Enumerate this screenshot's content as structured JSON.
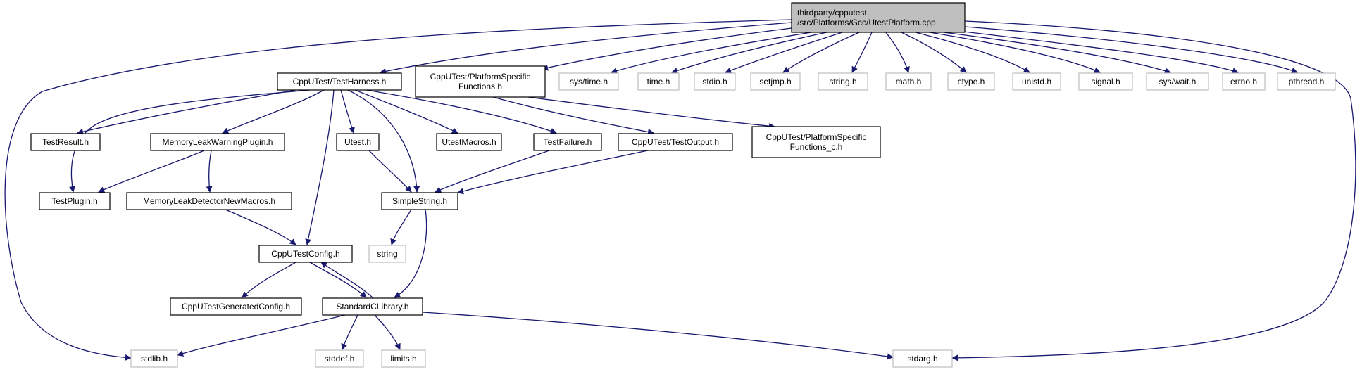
{
  "colors": {
    "edge": "#191970",
    "root_fill": "#bfbfbf",
    "root_border": "#000000",
    "project_border": "#000000",
    "system_border": "#bfbfbf",
    "background": "#ffffff"
  },
  "nodes": [
    {
      "id": "root",
      "kind": "root",
      "lines": [
        "thirdparty/cpputest",
        "/src/Platforms/Gcc/UtestPlatform.cpp"
      ]
    },
    {
      "id": "testharness",
      "kind": "project",
      "lines": [
        "CppUTest/TestHarness.h"
      ]
    },
    {
      "id": "platformspecific",
      "kind": "project",
      "lines": [
        "CppUTest/PlatformSpecific",
        "Functions.h"
      ]
    },
    {
      "id": "systime",
      "kind": "system",
      "lines": [
        "sys/time.h"
      ]
    },
    {
      "id": "time",
      "kind": "system",
      "lines": [
        "time.h"
      ]
    },
    {
      "id": "stdio",
      "kind": "system",
      "lines": [
        "stdio.h"
      ]
    },
    {
      "id": "setjmp",
      "kind": "system",
      "lines": [
        "setjmp.h"
      ]
    },
    {
      "id": "stringh",
      "kind": "system",
      "lines": [
        "string.h"
      ]
    },
    {
      "id": "math",
      "kind": "system",
      "lines": [
        "math.h"
      ]
    },
    {
      "id": "ctype",
      "kind": "system",
      "lines": [
        "ctype.h"
      ]
    },
    {
      "id": "unistd",
      "kind": "system",
      "lines": [
        "unistd.h"
      ]
    },
    {
      "id": "signal",
      "kind": "system",
      "lines": [
        "signal.h"
      ]
    },
    {
      "id": "syswait",
      "kind": "system",
      "lines": [
        "sys/wait.h"
      ]
    },
    {
      "id": "errno",
      "kind": "system",
      "lines": [
        "errno.h"
      ]
    },
    {
      "id": "pthread",
      "kind": "system",
      "lines": [
        "pthread.h"
      ]
    },
    {
      "id": "testresult",
      "kind": "project",
      "lines": [
        "TestResult.h"
      ]
    },
    {
      "id": "memleakwarn",
      "kind": "project",
      "lines": [
        "MemoryLeakWarningPlugin.h"
      ]
    },
    {
      "id": "utest",
      "kind": "project",
      "lines": [
        "Utest.h"
      ]
    },
    {
      "id": "utestmacros",
      "kind": "project",
      "lines": [
        "UtestMacros.h"
      ]
    },
    {
      "id": "testfailure",
      "kind": "project",
      "lines": [
        "TestFailure.h"
      ]
    },
    {
      "id": "testoutput",
      "kind": "project",
      "lines": [
        "CppUTest/TestOutput.h"
      ]
    },
    {
      "id": "platformspecific_c",
      "kind": "project",
      "lines": [
        "CppUTest/PlatformSpecific",
        "Functions_c.h"
      ]
    },
    {
      "id": "testplugin",
      "kind": "project",
      "lines": [
        "TestPlugin.h"
      ]
    },
    {
      "id": "memleakdetector",
      "kind": "project",
      "lines": [
        "MemoryLeakDetectorNewMacros.h"
      ]
    },
    {
      "id": "simplestring",
      "kind": "project",
      "lines": [
        "SimpleString.h"
      ]
    },
    {
      "id": "string",
      "kind": "system",
      "lines": [
        "string"
      ]
    },
    {
      "id": "cpputestconfig",
      "kind": "project",
      "lines": [
        "CppUTestConfig.h"
      ]
    },
    {
      "id": "generatedconfig",
      "kind": "project",
      "lines": [
        "CppUTestGeneratedConfig.h"
      ]
    },
    {
      "id": "stdclib",
      "kind": "project",
      "lines": [
        "StandardCLibrary.h"
      ]
    },
    {
      "id": "stdlib",
      "kind": "system",
      "lines": [
        "stdlib.h"
      ]
    },
    {
      "id": "stddef",
      "kind": "system",
      "lines": [
        "stddef.h"
      ]
    },
    {
      "id": "limits",
      "kind": "system",
      "lines": [
        "limits.h"
      ]
    },
    {
      "id": "stdarg",
      "kind": "system",
      "lines": [
        "stdarg.h"
      ]
    }
  ],
  "edges": [
    {
      "from": "root",
      "to": "testharness"
    },
    {
      "from": "root",
      "to": "platformspecific"
    },
    {
      "from": "root",
      "to": "systime"
    },
    {
      "from": "root",
      "to": "time"
    },
    {
      "from": "root",
      "to": "stdio"
    },
    {
      "from": "root",
      "to": "setjmp"
    },
    {
      "from": "root",
      "to": "stringh"
    },
    {
      "from": "root",
      "to": "math"
    },
    {
      "from": "root",
      "to": "ctype"
    },
    {
      "from": "root",
      "to": "unistd"
    },
    {
      "from": "root",
      "to": "signal"
    },
    {
      "from": "root",
      "to": "syswait"
    },
    {
      "from": "root",
      "to": "errno"
    },
    {
      "from": "root",
      "to": "pthread"
    },
    {
      "from": "root",
      "to": "stdlib"
    },
    {
      "from": "root",
      "to": "stdarg"
    },
    {
      "from": "testharness",
      "to": "testresult"
    },
    {
      "from": "testharness",
      "to": "testplugin"
    },
    {
      "from": "testharness",
      "to": "memleakwarn"
    },
    {
      "from": "testharness",
      "to": "cpputestconfig"
    },
    {
      "from": "testharness",
      "to": "utest"
    },
    {
      "from": "testharness",
      "to": "simplestring"
    },
    {
      "from": "testharness",
      "to": "utestmacros"
    },
    {
      "from": "testharness",
      "to": "testfailure"
    },
    {
      "from": "platformspecific",
      "to": "testoutput"
    },
    {
      "from": "platformspecific",
      "to": "platformspecific_c"
    },
    {
      "from": "memleakwarn",
      "to": "testplugin"
    },
    {
      "from": "memleakwarn",
      "to": "memleakdetector"
    },
    {
      "from": "utest",
      "to": "simplestring"
    },
    {
      "from": "testfailure",
      "to": "simplestring"
    },
    {
      "from": "testoutput",
      "to": "simplestring"
    },
    {
      "from": "memleakdetector",
      "to": "cpputestconfig"
    },
    {
      "from": "simplestring",
      "to": "string"
    },
    {
      "from": "simplestring",
      "to": "stdclib"
    },
    {
      "from": "cpputestconfig",
      "to": "generatedconfig"
    },
    {
      "from": "cpputestconfig",
      "to": "stdclib"
    },
    {
      "from": "stdclib",
      "to": "cpputestconfig"
    },
    {
      "from": "stdclib",
      "to": "stdlib"
    },
    {
      "from": "stdclib",
      "to": "stddef"
    },
    {
      "from": "stdclib",
      "to": "limits"
    },
    {
      "from": "stdclib",
      "to": "stdarg"
    }
  ]
}
